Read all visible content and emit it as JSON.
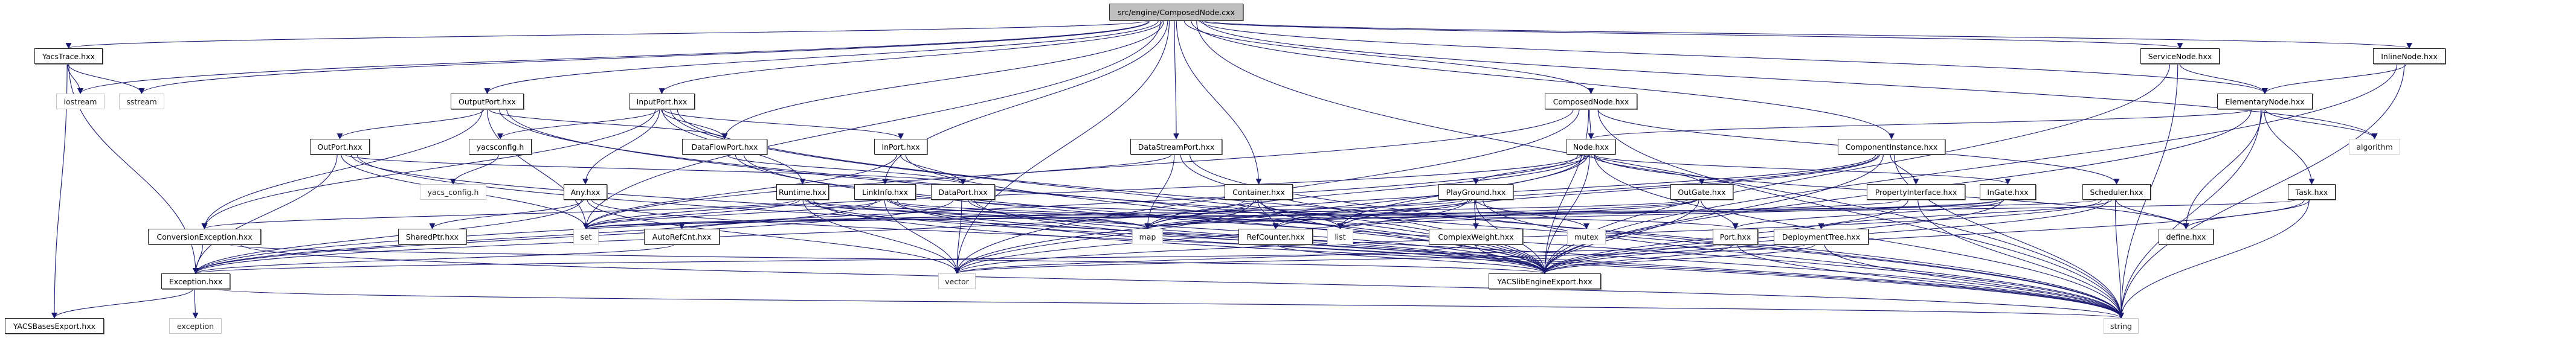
{
  "graph": {
    "title": "src/engine/ComposedNode.cxx",
    "type": "include-dependency-graph",
    "colors": {
      "edge": "#191970",
      "root_fill": "#bfbfbf",
      "local_border": "#222222",
      "system_border": "#c8c8c8"
    },
    "nodes": [
      {
        "id": "root",
        "label": "src/engine/ComposedNode.cxx",
        "kind": "root"
      },
      {
        "id": "YacsTrace",
        "label": "YacsTrace.hxx",
        "kind": "local"
      },
      {
        "id": "ServiceNode",
        "label": "ServiceNode.hxx",
        "kind": "local"
      },
      {
        "id": "InlineNode",
        "label": "InlineNode.hxx",
        "kind": "local"
      },
      {
        "id": "iostream",
        "label": "iostream",
        "kind": "system"
      },
      {
        "id": "sstream",
        "label": "sstream",
        "kind": "system"
      },
      {
        "id": "OutputPort",
        "label": "OutputPort.hxx",
        "kind": "local"
      },
      {
        "id": "InputPort",
        "label": "InputPort.hxx",
        "kind": "local"
      },
      {
        "id": "ComposedNodeH",
        "label": "ComposedNode.hxx",
        "kind": "local"
      },
      {
        "id": "ElementaryNode",
        "label": "ElementaryNode.hxx",
        "kind": "local"
      },
      {
        "id": "OutPort",
        "label": "OutPort.hxx",
        "kind": "local"
      },
      {
        "id": "yacsconfig",
        "label": "yacsconfig.h",
        "kind": "local"
      },
      {
        "id": "DataFlowPort",
        "label": "DataFlowPort.hxx",
        "kind": "local"
      },
      {
        "id": "InPort",
        "label": "InPort.hxx",
        "kind": "local"
      },
      {
        "id": "DataStreamPort",
        "label": "DataStreamPort.hxx",
        "kind": "local"
      },
      {
        "id": "Node",
        "label": "Node.hxx",
        "kind": "local"
      },
      {
        "id": "ComponentInstance",
        "label": "ComponentInstance.hxx",
        "kind": "local"
      },
      {
        "id": "algorithm",
        "label": "algorithm",
        "kind": "system"
      },
      {
        "id": "yacs_config",
        "label": "yacs_config.h",
        "kind": "system"
      },
      {
        "id": "Any",
        "label": "Any.hxx",
        "kind": "local"
      },
      {
        "id": "Runtime",
        "label": "Runtime.hxx",
        "kind": "local"
      },
      {
        "id": "LinkInfo",
        "label": "LinkInfo.hxx",
        "kind": "local"
      },
      {
        "id": "DataPort",
        "label": "DataPort.hxx",
        "kind": "local"
      },
      {
        "id": "Container",
        "label": "Container.hxx",
        "kind": "local"
      },
      {
        "id": "PlayGround",
        "label": "PlayGround.hxx",
        "kind": "local"
      },
      {
        "id": "OutGate",
        "label": "OutGate.hxx",
        "kind": "local"
      },
      {
        "id": "PropertyInterface",
        "label": "PropertyInterface.hxx",
        "kind": "local"
      },
      {
        "id": "InGate",
        "label": "InGate.hxx",
        "kind": "local"
      },
      {
        "id": "Scheduler",
        "label": "Scheduler.hxx",
        "kind": "local"
      },
      {
        "id": "Task",
        "label": "Task.hxx",
        "kind": "local"
      },
      {
        "id": "ConversionException",
        "label": "ConversionException.hxx",
        "kind": "local"
      },
      {
        "id": "SharedPtr",
        "label": "SharedPtr.hxx",
        "kind": "local"
      },
      {
        "id": "set",
        "label": "set",
        "kind": "system"
      },
      {
        "id": "AutoRefCnt",
        "label": "AutoRefCnt.hxx",
        "kind": "local"
      },
      {
        "id": "map",
        "label": "map",
        "kind": "system"
      },
      {
        "id": "RefCounter",
        "label": "RefCounter.hxx",
        "kind": "local"
      },
      {
        "id": "list",
        "label": "list",
        "kind": "system"
      },
      {
        "id": "ComplexWeight",
        "label": "ComplexWeight.hxx",
        "kind": "local"
      },
      {
        "id": "mutex",
        "label": "mutex",
        "kind": "system"
      },
      {
        "id": "Port",
        "label": "Port.hxx",
        "kind": "local"
      },
      {
        "id": "DeploymentTree",
        "label": "DeploymentTree.hxx",
        "kind": "local"
      },
      {
        "id": "define",
        "label": "define.hxx",
        "kind": "local"
      },
      {
        "id": "Exception",
        "label": "Exception.hxx",
        "kind": "local"
      },
      {
        "id": "vector",
        "label": "vector",
        "kind": "system"
      },
      {
        "id": "YACSlibEngineExport",
        "label": "YACSlibEngineExport.hxx",
        "kind": "local"
      },
      {
        "id": "YACSBasesExport",
        "label": "YACSBasesExport.hxx",
        "kind": "local"
      },
      {
        "id": "exception",
        "label": "exception",
        "kind": "system"
      },
      {
        "id": "string",
        "label": "string",
        "kind": "system"
      }
    ],
    "edges": [
      [
        "root",
        "YacsTrace"
      ],
      [
        "root",
        "iostream"
      ],
      [
        "root",
        "sstream"
      ],
      [
        "root",
        "OutputPort"
      ],
      [
        "root",
        "InputPort"
      ],
      [
        "root",
        "DataFlowPort"
      ],
      [
        "root",
        "LinkInfo"
      ],
      [
        "root",
        "DataStreamPort"
      ],
      [
        "root",
        "Container"
      ],
      [
        "root",
        "ComposedNodeH"
      ],
      [
        "root",
        "ComponentInstance"
      ],
      [
        "root",
        "ServiceNode"
      ],
      [
        "root",
        "InlineNode"
      ],
      [
        "root",
        "ElementaryNode"
      ],
      [
        "root",
        "algorithm"
      ],
      [
        "root",
        "string"
      ],
      [
        "root",
        "set"
      ],
      [
        "root",
        "vector"
      ],
      [
        "YacsTrace",
        "iostream"
      ],
      [
        "YacsTrace",
        "sstream"
      ],
      [
        "YacsTrace",
        "Exception"
      ],
      [
        "YacsTrace",
        "YACSBasesExport"
      ],
      [
        "ServiceNode",
        "ElementaryNode"
      ],
      [
        "ServiceNode",
        "YACSlibEngineExport"
      ],
      [
        "ServiceNode",
        "string"
      ],
      [
        "InlineNode",
        "ElementaryNode"
      ],
      [
        "InlineNode",
        "YACSlibEngineExport"
      ],
      [
        "InlineNode",
        "string"
      ],
      [
        "OutputPort",
        "OutPort"
      ],
      [
        "OutputPort",
        "DataFlowPort"
      ],
      [
        "OutputPort",
        "ConversionException"
      ],
      [
        "OutputPort",
        "set"
      ],
      [
        "OutputPort",
        "string"
      ],
      [
        "OutputPort",
        "YACSlibEngineExport"
      ],
      [
        "InputPort",
        "DataFlowPort"
      ],
      [
        "InputPort",
        "InPort"
      ],
      [
        "InputPort",
        "yacsconfig"
      ],
      [
        "InputPort",
        "Any"
      ],
      [
        "InputPort",
        "ConversionException"
      ],
      [
        "InputPort",
        "Runtime"
      ],
      [
        "InputPort",
        "string"
      ],
      [
        "InputPort",
        "YACSlibEngineExport"
      ],
      [
        "ComposedNodeH",
        "Node"
      ],
      [
        "ComposedNodeH",
        "Scheduler"
      ],
      [
        "ComposedNodeH",
        "set"
      ],
      [
        "ComposedNodeH",
        "vector"
      ],
      [
        "ComposedNodeH",
        "YACSlibEngineExport"
      ],
      [
        "ComposedNodeH",
        "string"
      ],
      [
        "ElementaryNode",
        "Node"
      ],
      [
        "ElementaryNode",
        "Task"
      ],
      [
        "ElementaryNode",
        "define"
      ],
      [
        "ElementaryNode",
        "algorithm"
      ],
      [
        "ElementaryNode",
        "YACSlibEngineExport"
      ],
      [
        "ElementaryNode",
        "string"
      ],
      [
        "OutPort",
        "DataPort"
      ],
      [
        "OutPort",
        "Exception"
      ],
      [
        "OutPort",
        "set"
      ],
      [
        "OutPort",
        "string"
      ],
      [
        "OutPort",
        "YACSlibEngineExport"
      ],
      [
        "yacsconfig",
        "yacs_config"
      ],
      [
        "DataFlowPort",
        "DataPort"
      ],
      [
        "DataFlowPort",
        "YACSlibEngineExport"
      ],
      [
        "DataFlowPort",
        "string"
      ],
      [
        "InPort",
        "DataPort"
      ],
      [
        "InPort",
        "set"
      ],
      [
        "InPort",
        "YACSlibEngineExport"
      ],
      [
        "DataStreamPort",
        "DataPort"
      ],
      [
        "DataStreamPort",
        "map"
      ],
      [
        "DataStreamPort",
        "string"
      ],
      [
        "DataStreamPort",
        "YACSlibEngineExport"
      ],
      [
        "Node",
        "PlayGround"
      ],
      [
        "Node",
        "OutGate"
      ],
      [
        "Node",
        "InGate"
      ],
      [
        "Node",
        "define"
      ],
      [
        "Node",
        "Exception"
      ],
      [
        "Node",
        "map"
      ],
      [
        "Node",
        "set"
      ],
      [
        "Node",
        "list"
      ],
      [
        "Node",
        "vector"
      ],
      [
        "Node",
        "string"
      ],
      [
        "Node",
        "YACSlibEngineExport"
      ],
      [
        "ComponentInstance",
        "PropertyInterface"
      ],
      [
        "ComponentInstance",
        "RefCounter"
      ],
      [
        "ComponentInstance",
        "map"
      ],
      [
        "ComponentInstance",
        "list"
      ],
      [
        "ComponentInstance",
        "string"
      ],
      [
        "ComponentInstance",
        "YACSlibEngineExport"
      ],
      [
        "Any",
        "SharedPtr"
      ],
      [
        "Any",
        "Exception"
      ],
      [
        "Any",
        "vector"
      ],
      [
        "Any",
        "YACSlibEngineExport"
      ],
      [
        "Runtime",
        "ConversionException"
      ],
      [
        "Runtime",
        "set"
      ],
      [
        "Runtime",
        "map"
      ],
      [
        "Runtime",
        "vector"
      ],
      [
        "Runtime",
        "list"
      ],
      [
        "Runtime",
        "string"
      ],
      [
        "Runtime",
        "YACSlibEngineExport"
      ],
      [
        "LinkInfo",
        "Exception"
      ],
      [
        "LinkInfo",
        "set"
      ],
      [
        "LinkInfo",
        "map"
      ],
      [
        "LinkInfo",
        "vector"
      ],
      [
        "LinkInfo",
        "list"
      ],
      [
        "LinkInfo",
        "string"
      ],
      [
        "LinkInfo",
        "YACSlibEngineExport"
      ],
      [
        "DataPort",
        "Port"
      ],
      [
        "DataPort",
        "Exception"
      ],
      [
        "DataPort",
        "vector"
      ],
      [
        "DataPort",
        "string"
      ],
      [
        "DataPort",
        "YACSlibEngineExport"
      ],
      [
        "Container",
        "RefCounter"
      ],
      [
        "Container",
        "map"
      ],
      [
        "Container",
        "list"
      ],
      [
        "Container",
        "vector"
      ],
      [
        "Container",
        "Exception"
      ],
      [
        "Container",
        "YACSlibEngineExport"
      ],
      [
        "PlayGround",
        "ComplexWeight"
      ],
      [
        "PlayGround",
        "RefCounter"
      ],
      [
        "PlayGround",
        "AutoRefCnt"
      ],
      [
        "PlayGround",
        "mutex"
      ],
      [
        "PlayGround",
        "map"
      ],
      [
        "PlayGround",
        "vector"
      ],
      [
        "PlayGround",
        "string"
      ],
      [
        "PlayGround",
        "YACSlibEngineExport"
      ],
      [
        "OutGate",
        "Port"
      ],
      [
        "OutGate",
        "list"
      ],
      [
        "OutGate",
        "map"
      ],
      [
        "OutGate",
        "set"
      ],
      [
        "OutGate",
        "YACSlibEngineExport"
      ],
      [
        "PropertyInterface",
        "map"
      ],
      [
        "PropertyInterface",
        "string"
      ],
      [
        "PropertyInterface",
        "YACSlibEngineExport"
      ],
      [
        "InGate",
        "Port"
      ],
      [
        "InGate",
        "list"
      ],
      [
        "InGate",
        "map"
      ],
      [
        "InGate",
        "YACSlibEngineExport"
      ],
      [
        "Scheduler",
        "define"
      ],
      [
        "Scheduler",
        "DeploymentTree"
      ],
      [
        "Scheduler",
        "set"
      ],
      [
        "Scheduler",
        "vector"
      ],
      [
        "Scheduler",
        "string"
      ],
      [
        "Scheduler",
        "YACSlibEngineExport"
      ],
      [
        "Task",
        "define"
      ],
      [
        "Task",
        "set"
      ],
      [
        "Task",
        "string"
      ],
      [
        "Task",
        "YACSlibEngineExport"
      ],
      [
        "ConversionException",
        "Exception"
      ],
      [
        "ConversionException",
        "YACSlibEngineExport"
      ],
      [
        "ConversionException",
        "string"
      ],
      [
        "AutoRefCnt",
        "Exception"
      ],
      [
        "RefCounter",
        "YACSlibEngineExport"
      ],
      [
        "ComplexWeight",
        "vector"
      ],
      [
        "ComplexWeight",
        "YACSlibEngineExport"
      ],
      [
        "Port",
        "Exception"
      ],
      [
        "Port",
        "string"
      ],
      [
        "Port",
        "YACSlibEngineExport"
      ],
      [
        "DeploymentTree",
        "vector"
      ],
      [
        "DeploymentTree",
        "string"
      ],
      [
        "DeploymentTree",
        "YACSlibEngineExport"
      ],
      [
        "Exception",
        "YACSBasesExport"
      ],
      [
        "Exception",
        "exception"
      ],
      [
        "Exception",
        "string"
      ]
    ]
  }
}
